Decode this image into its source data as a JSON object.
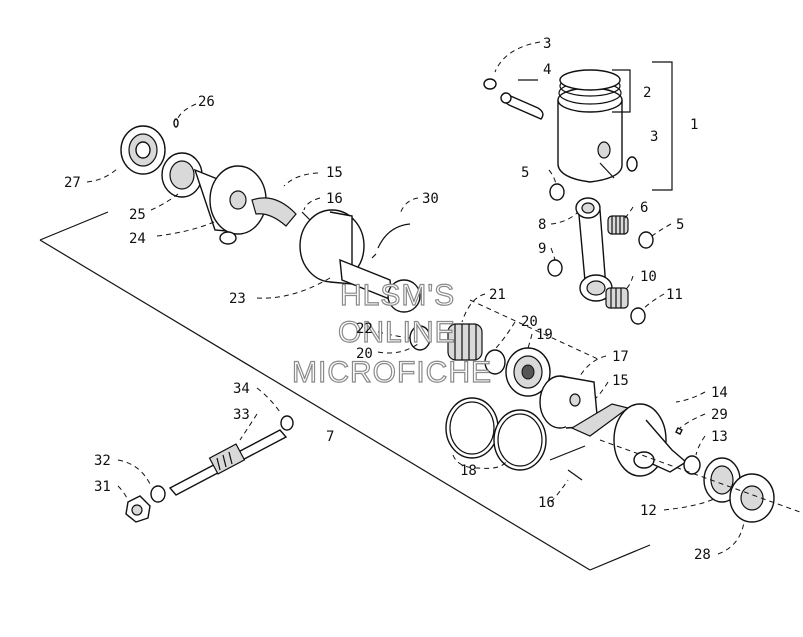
{
  "callouts": [
    {
      "id": "3a",
      "text": "3"
    },
    {
      "id": "4",
      "text": "4"
    },
    {
      "id": "2",
      "text": "2"
    },
    {
      "id": "1",
      "text": "1"
    },
    {
      "id": "3b",
      "text": "3"
    },
    {
      "id": "26",
      "text": "26"
    },
    {
      "id": "27",
      "text": "27"
    },
    {
      "id": "25",
      "text": "25"
    },
    {
      "id": "24",
      "text": "24"
    },
    {
      "id": "15a",
      "text": "15"
    },
    {
      "id": "16a",
      "text": "16"
    },
    {
      "id": "30",
      "text": "30"
    },
    {
      "id": "5a",
      "text": "5"
    },
    {
      "id": "8",
      "text": "8"
    },
    {
      "id": "6",
      "text": "6"
    },
    {
      "id": "5b",
      "text": "5"
    },
    {
      "id": "9",
      "text": "9"
    },
    {
      "id": "10",
      "text": "10"
    },
    {
      "id": "11",
      "text": "11"
    },
    {
      "id": "23",
      "text": "23"
    },
    {
      "id": "21",
      "text": "21"
    },
    {
      "id": "22",
      "text": "22"
    },
    {
      "id": "20a",
      "text": "20"
    },
    {
      "id": "20b",
      "text": "20"
    },
    {
      "id": "19",
      "text": "19"
    },
    {
      "id": "17",
      "text": "17"
    },
    {
      "id": "15b",
      "text": "15"
    },
    {
      "id": "34",
      "text": "34"
    },
    {
      "id": "33",
      "text": "33"
    },
    {
      "id": "7",
      "text": "7"
    },
    {
      "id": "14",
      "text": "14"
    },
    {
      "id": "29",
      "text": "29"
    },
    {
      "id": "13",
      "text": "13"
    },
    {
      "id": "32",
      "text": "32"
    },
    {
      "id": "31",
      "text": "31"
    },
    {
      "id": "18",
      "text": "18"
    },
    {
      "id": "16b",
      "text": "16"
    },
    {
      "id": "12",
      "text": "12"
    },
    {
      "id": "28",
      "text": "28"
    }
  ],
  "watermark": {
    "line1": "HLSM'S",
    "line2": "ONLINE",
    "line3": "MICROFICHE"
  }
}
